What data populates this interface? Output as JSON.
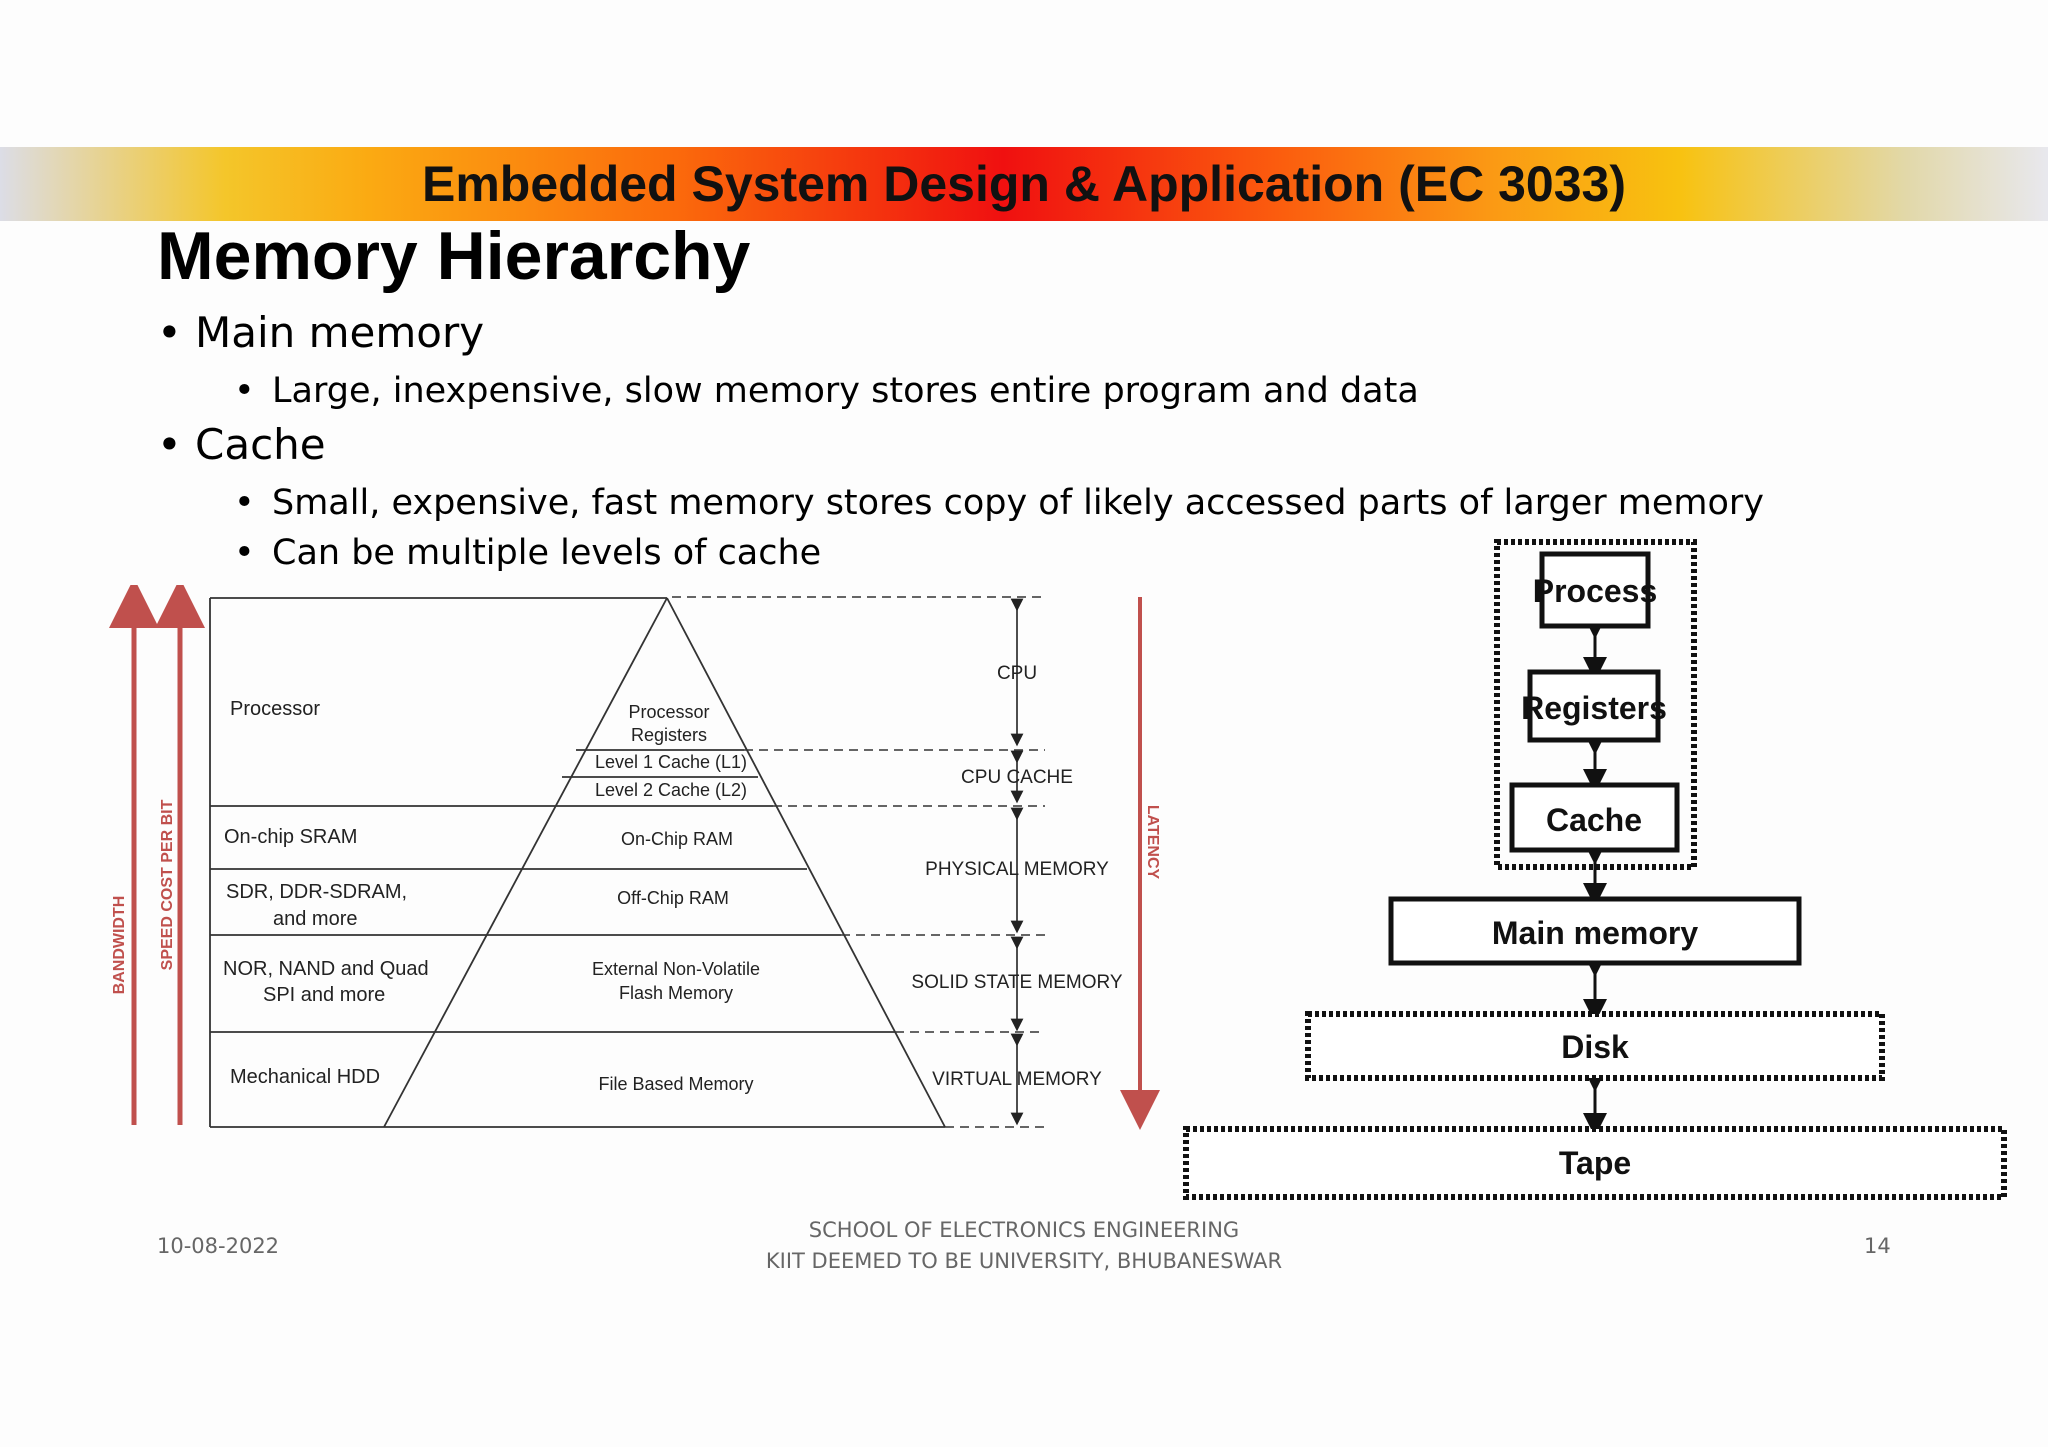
{
  "banner": {
    "title": "Embedded System Design & Application (EC 3033)"
  },
  "slide": {
    "title": "Memory Hierarchy",
    "bullets": [
      {
        "text": "Main memory",
        "sub": [
          "Large, inexpensive, slow memory stores entire program and data"
        ]
      },
      {
        "text": "Cache",
        "sub": [
          "Small, expensive, fast memory stores copy of likely accessed parts of larger memory",
          "Can be multiple levels of cache"
        ]
      }
    ]
  },
  "pyramid": {
    "left_arrows": [
      "BANDWIDTH",
      "SPEED COST PER BIT"
    ],
    "right_arrow": "LATENCY",
    "rows": [
      {
        "left": [
          "Processor"
        ],
        "center": [
          "Processor",
          "Registers"
        ]
      },
      {
        "left": [],
        "center": [
          "Level 1 Cache (L1)"
        ]
      },
      {
        "left": [],
        "center": [
          "Level 2 Cache (L2)"
        ]
      },
      {
        "left": [
          "On-chip SRAM"
        ],
        "center": [
          "On-Chip  RAM"
        ]
      },
      {
        "left": [
          "SDR, DDR-SDRAM,",
          "and more"
        ],
        "center": [
          "Off-Chip RAM"
        ]
      },
      {
        "left": [
          "NOR, NAND and Quad",
          "SPI and more"
        ],
        "center": [
          "External Non-Volatile",
          "Flash Memory"
        ]
      },
      {
        "left": [
          "Mechanical HDD"
        ],
        "center": [
          "File Based Memory"
        ]
      }
    ],
    "levels": [
      "CPU",
      "CPU CACHE",
      "PHYSICAL MEMORY",
      "SOLID STATE MEMORY",
      "VIRTUAL MEMORY"
    ]
  },
  "stack": {
    "boxes": [
      "Process",
      "Registers",
      "Cache",
      "Main memory",
      "Disk",
      "Tape"
    ]
  },
  "footer": {
    "date": "10-08-2022",
    "school_line1": "SCHOOL OF ELECTRONICS ENGINEERING",
    "school_line2": "KIIT DEEMED TO BE UNIVERSITY, BHUBANESWAR",
    "page": "14"
  },
  "colors": {
    "arrow_red": "#c0504d"
  }
}
